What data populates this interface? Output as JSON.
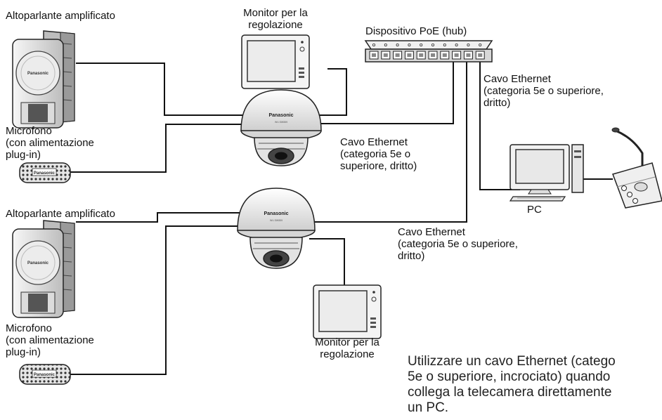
{
  "labels": {
    "speaker_top": "Altoparlante amplificato",
    "mic_top_1": "Microfono",
    "mic_top_2": "(con alimentazione",
    "mic_top_3": "plug-in)",
    "monitor_top_1": "Monitor per la",
    "monitor_top_2": "regolazione",
    "poe_hub": "Dispositivo PoE (hub)",
    "cable_right_1": "Cavo Ethernet",
    "cable_right_2": "(categoria 5e o superiore,",
    "cable_right_3": "dritto)",
    "cable_mid_1": "Cavo Ethernet",
    "cable_mid_2": "(categoria 5e o",
    "cable_mid_3": "superiore, dritto)",
    "pc": "PC",
    "speaker_bottom": "Altoparlante amplificato",
    "mic_bottom_1": "Microfono",
    "mic_bottom_2": "(con alimentazione",
    "mic_bottom_3": "plug-in)",
    "cable_bottom_1": "Cavo Ethernet",
    "cable_bottom_2": "(categoria 5e o superiore,",
    "cable_bottom_3": "dritto)",
    "monitor_bottom_1": "Monitor per la",
    "monitor_bottom_2": "regolazione"
  },
  "note": {
    "line1": "Utilizzare un cavo Ethernet (catego",
    "line2": "5e o superiore, incrociato) quando",
    "line3": "collega la telecamera direttamente",
    "line4": "un PC."
  },
  "brand": {
    "text": "Panasonic"
  },
  "colors": {
    "line": "#111111",
    "device_fill": "#f2f2f2",
    "device_shade": "#c8c8c8",
    "screen": "#ececec"
  }
}
